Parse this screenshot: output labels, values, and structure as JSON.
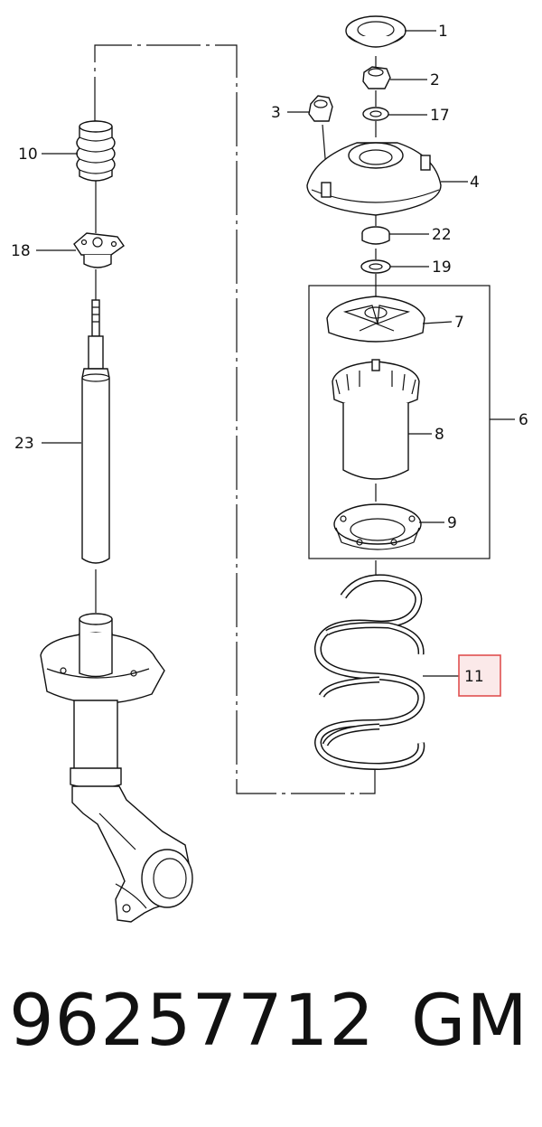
{
  "callouts": {
    "c1": "1",
    "c2": "2",
    "c3": "3",
    "c4": "4",
    "c6": "6",
    "c7": "7",
    "c8": "8",
    "c9": "9",
    "c10": "10",
    "c11": "11",
    "c17": "17",
    "c18": "18",
    "c19": "19",
    "c22": "22",
    "c23": "23"
  },
  "highlight_color": "#e05050",
  "footer": {
    "part_number": "96257712",
    "brand": "GM"
  }
}
